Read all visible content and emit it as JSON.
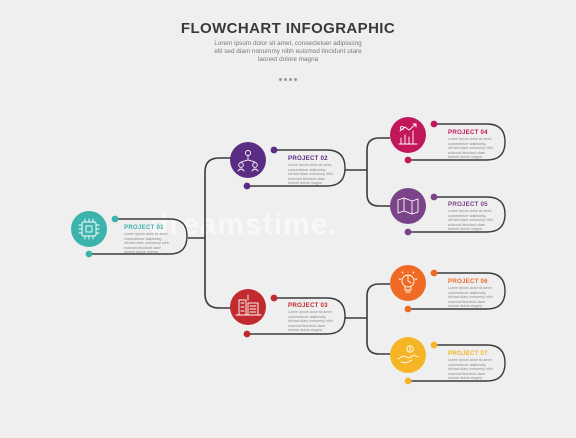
{
  "header": {
    "title": "FLOWCHART INFOGRAPHIC",
    "subtitle_lines": [
      "Lorem ipsum dolor sit amet, consectetuer adipiscing",
      "elit sed diam nonummy nibh euismod tincidunt utare",
      "laoreet dolore magna"
    ]
  },
  "watermark": "dreamstime.",
  "colors": {
    "line": "#3b3b3b",
    "p1": "#3db3ae",
    "p2": "#5a2d82",
    "p3": "#c12a2f",
    "p4": "#c2185b",
    "p5": "#7b4388",
    "p6": "#ef6b25",
    "p7": "#f6b526"
  },
  "nodes": [
    {
      "key": "p1",
      "label": "PROJECT 01",
      "icon": "circuit-board-icon",
      "desc": [
        "Lorem ipsum dolor sit amet,",
        "consectetuer adipiscing",
        "elit sed diam nonummy nibh",
        "euismod tincidunt utare",
        "laoreet dolore magna"
      ]
    },
    {
      "key": "p2",
      "label": "PROJECT 02",
      "icon": "network-people-icon",
      "desc": [
        "Lorem ipsum dolor sit amet,",
        "consectetuer adipiscing",
        "elit sed diam nonummy nibh",
        "euismod tincidunt utare",
        "laoreet dolore magna"
      ]
    },
    {
      "key": "p3",
      "label": "PROJECT 03",
      "icon": "office-buildings-icon",
      "desc": [
        "Lorem ipsum dolor sit amet,",
        "consectetuer adipiscing",
        "elit sed diam nonummy nibh",
        "euismod tincidunt utare",
        "laoreet dolore magna"
      ]
    },
    {
      "key": "p4",
      "label": "PROJECT 04",
      "icon": "growth-chart-icon",
      "desc": [
        "Lorem ipsum dolor sit amet,",
        "consectetuer adipiscing",
        "elit sed diam nonummy nibh",
        "euismod tincidunt utare",
        "laoreet dolore magna"
      ]
    },
    {
      "key": "p5",
      "label": "PROJECT 05",
      "icon": "map-icon",
      "desc": [
        "Lorem ipsum dolor sit amet,",
        "consectetuer adipiscing",
        "elit sed diam nonummy nibh",
        "euismod tincidunt utare",
        "laoreet dolore magna"
      ]
    },
    {
      "key": "p6",
      "label": "PROJECT 06",
      "icon": "idea-bulb-icon",
      "desc": [
        "Lorem ipsum dolor sit amet,",
        "consectetuer adipiscing",
        "elit sed diam nonummy nibh",
        "euismod tincidunt utare",
        "laoreet dolore magna"
      ]
    },
    {
      "key": "p7",
      "label": "PROJECT 07",
      "icon": "handshake-money-icon",
      "desc": [
        "Lorem ipsum dolor sit amet,",
        "consectetuer adipiscing",
        "elit sed diam nonummy nibh",
        "euismod tincidunt utare",
        "laoreet dolore magna"
      ]
    }
  ]
}
